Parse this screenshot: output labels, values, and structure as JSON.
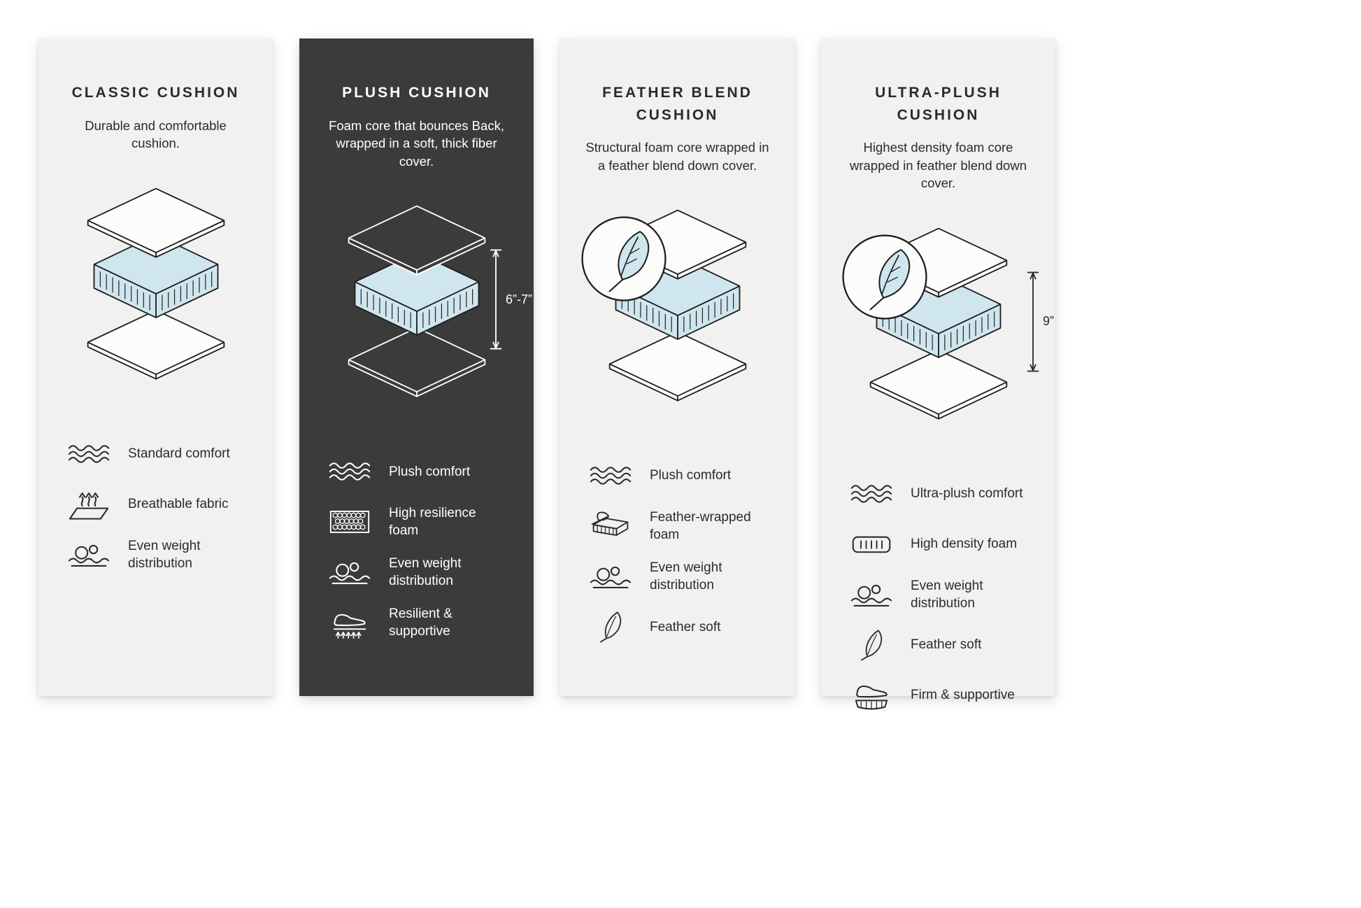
{
  "cards": [
    {
      "id": "classic",
      "title": "CLASSIC CUSHION",
      "description": "Durable and comfortable cushion.",
      "features": [
        {
          "icon": "wave-icon",
          "label": "Standard comfort"
        },
        {
          "icon": "breathable-icon",
          "label": "Breathable fabric"
        },
        {
          "icon": "weight-icon",
          "label": "Even weight distribution"
        }
      ]
    },
    {
      "id": "plush",
      "title": "PLUSH CUSHION",
      "description": "Foam core that bounces Back, wrapped in a soft, thick fiber cover.",
      "measurement": "6”-7”",
      "features": [
        {
          "icon": "wave-icon",
          "label": "Plush comfort"
        },
        {
          "icon": "honeycomb-icon",
          "label": "High resilience foam"
        },
        {
          "icon": "weight-icon",
          "label": "Even weight distribution"
        },
        {
          "icon": "resilient-icon",
          "label": "Resilient & supportive"
        }
      ]
    },
    {
      "id": "feather-blend",
      "title": "FEATHER BLEND CUSHION",
      "description": "Structural foam core wrapped in a feather blend down cover.",
      "features": [
        {
          "icon": "wave-icon",
          "label": "Plush comfort"
        },
        {
          "icon": "featherfoam-icon",
          "label": "Feather-wrapped foam"
        },
        {
          "icon": "weight-icon",
          "label": "Even weight distribution"
        },
        {
          "icon": "feather-icon",
          "label": "Feather soft"
        }
      ]
    },
    {
      "id": "ultra-plush",
      "title": "ULTRA-PLUSH CUSHION",
      "description": "Highest density foam core wrapped in feather blend down cover.",
      "measurement": "9”",
      "features": [
        {
          "icon": "wave-icon",
          "label": "Ultra-plush comfort"
        },
        {
          "icon": "density-foam-icon",
          "label": "High density foam"
        },
        {
          "icon": "weight-icon",
          "label": "Even weight distribution"
        },
        {
          "icon": "feather-icon",
          "label": "Feather soft"
        },
        {
          "icon": "firm-icon",
          "label": "Firm & supportive"
        }
      ]
    }
  ],
  "colors": {
    "card_light": "#f1f1ef",
    "card_dark": "#3b3b39",
    "foam_blue": "#cfe6ef",
    "ink_dark": "#2b2b2b",
    "ink_light": "#ffffff"
  }
}
